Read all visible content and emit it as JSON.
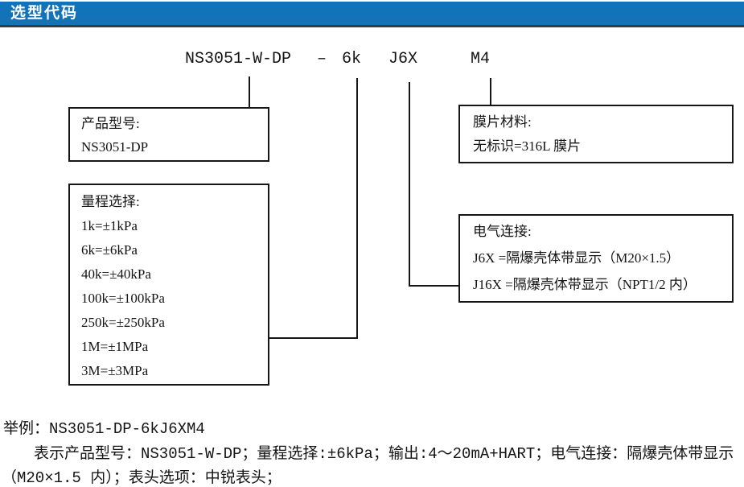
{
  "header": {
    "title": "选型代码"
  },
  "colors": {
    "accent_blue": "#1273b9",
    "header_border": "#3a3a3a",
    "line_color": "#161616",
    "text_color": "#141414"
  },
  "code_line": {
    "model": "NS3051-W-DP",
    "dash": "–",
    "range_code": "6k",
    "electrical_code": "J6X",
    "meter_code": "M4"
  },
  "boxes": {
    "product": {
      "title": "产品型号:",
      "lines": [
        "NS3051-DP"
      ]
    },
    "range": {
      "title": "量程选择:",
      "lines": [
        "1k=±1kPa",
        "6k=±6kPa",
        "40k=±40kPa",
        "100k=±100kPa",
        "250k=±250kPa",
        "1M=±1MPa",
        "3M=±3MPa"
      ]
    },
    "diaphragm": {
      "title": "膜片材料:",
      "lines": [
        "无标识=316L 膜片"
      ]
    },
    "electrical": {
      "title": "电气连接:",
      "lines": [
        "J6X =隔爆壳体带显示（M20×1.5）",
        "J16X =隔爆壳体带显示（NPT1/2 内）"
      ]
    }
  },
  "example": {
    "line1": "举例：NS3051-DP-6kJ6XM4",
    "line2": "表示产品型号：NS3051-W-DP；量程选择:±6kPa；输出:4～20mA+HART；电气连接：隔爆壳体带显示",
    "line3": "（M20×1.5 内）；表头选项：中锐表头；"
  }
}
